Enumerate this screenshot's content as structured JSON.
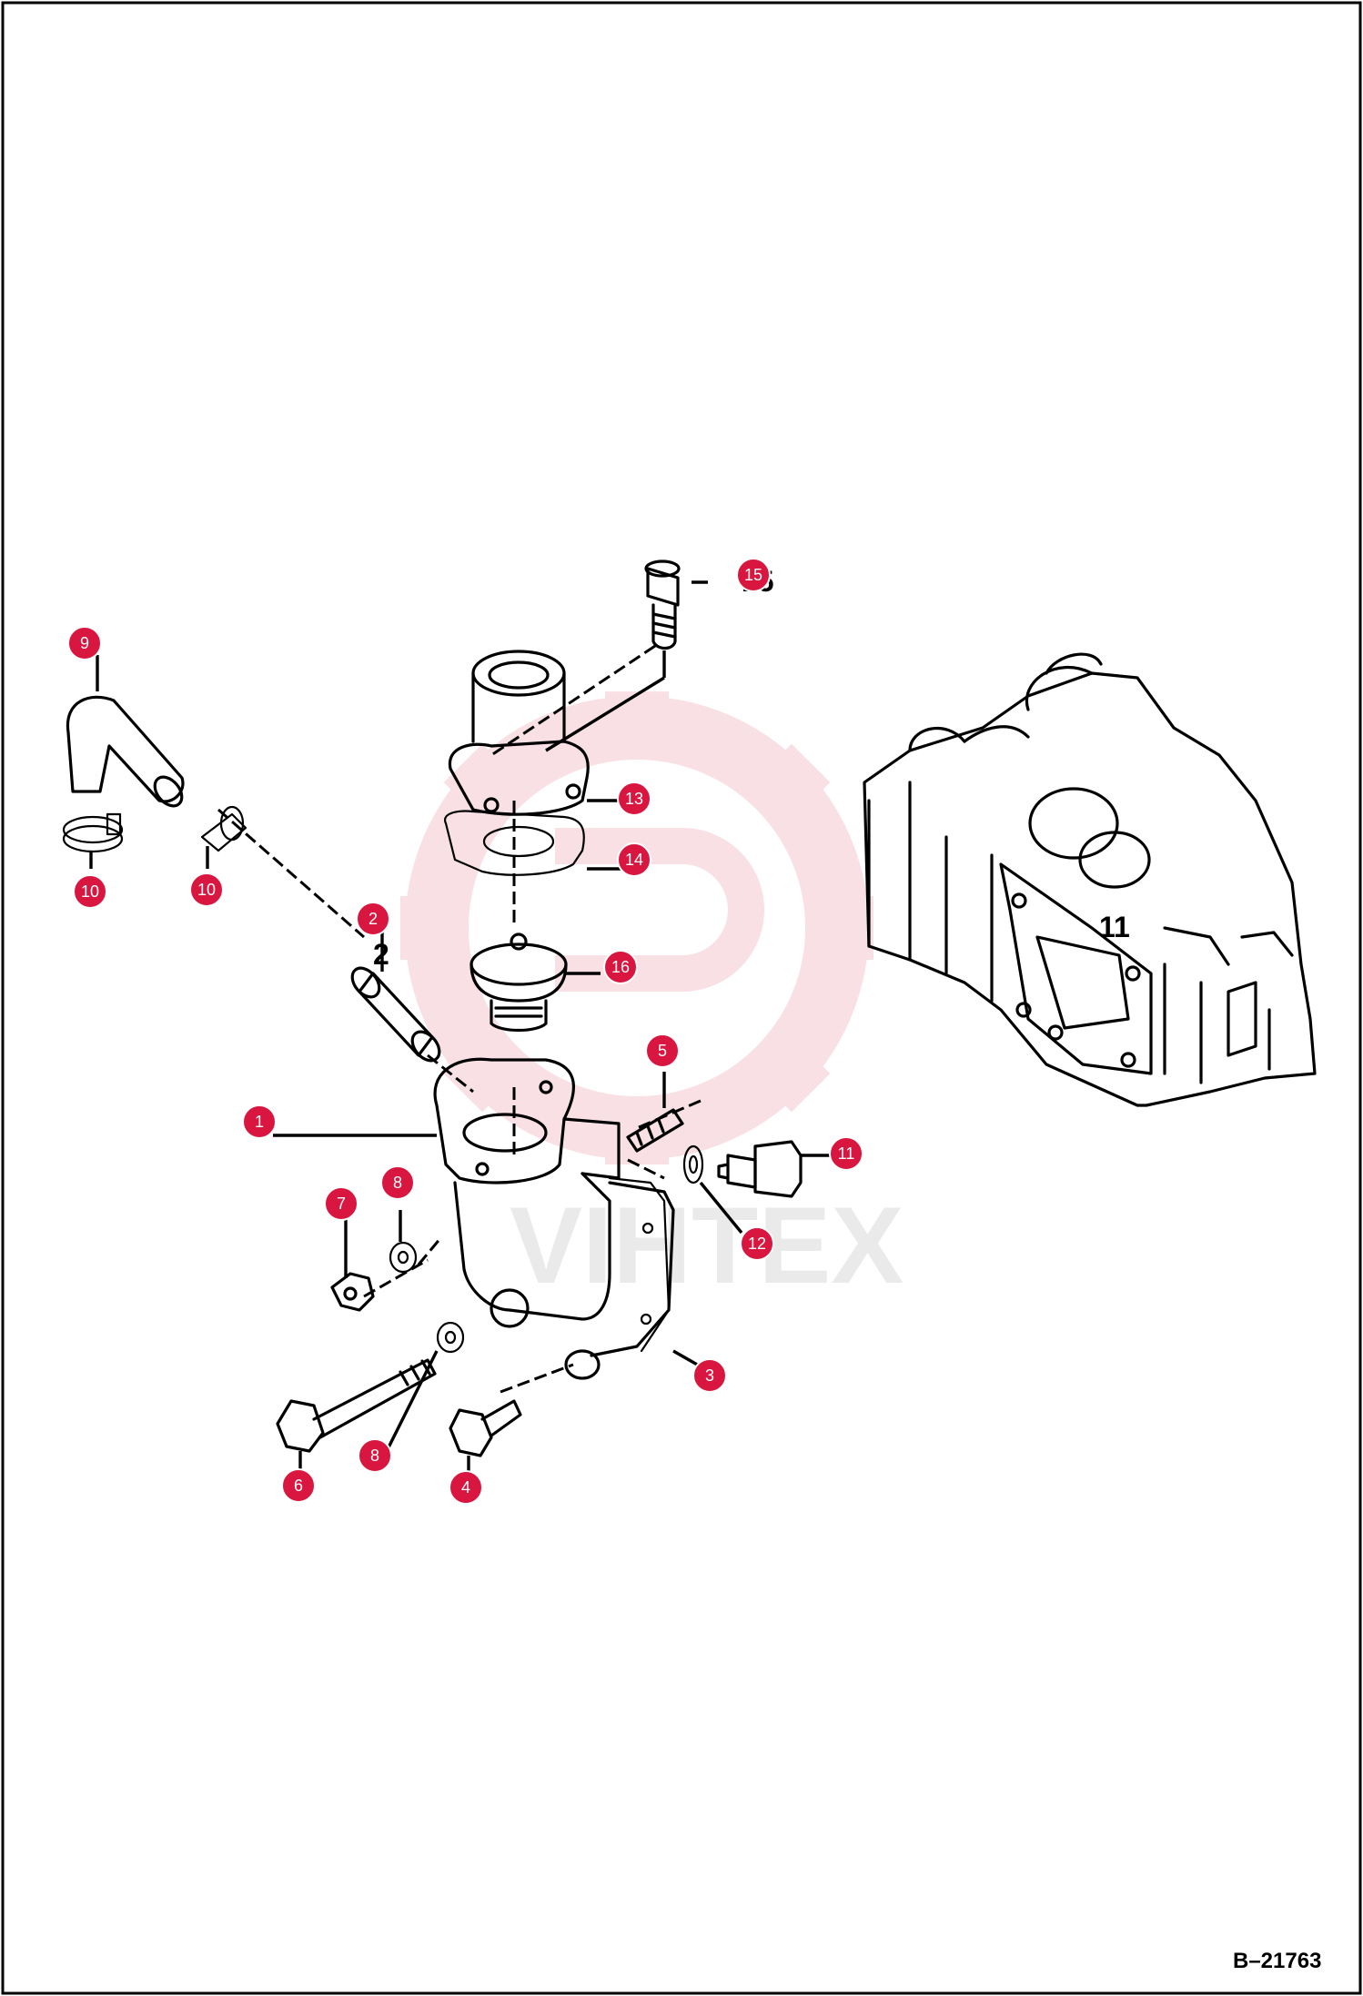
{
  "drawing_number": "B–21763",
  "watermark_text": "VIHTEX",
  "accent_color": "#d9163f",
  "callouts": [
    {
      "label": "1"
    },
    {
      "label": "2"
    },
    {
      "label": "3"
    },
    {
      "label": "4"
    },
    {
      "label": "5"
    },
    {
      "label": "6"
    },
    {
      "label": "7"
    },
    {
      "label": "8"
    },
    {
      "label": "8"
    },
    {
      "label": "9"
    },
    {
      "label": "10"
    },
    {
      "label": "10"
    },
    {
      "label": "11"
    },
    {
      "label": "12"
    },
    {
      "label": "13"
    },
    {
      "label": "14"
    },
    {
      "label": "15"
    },
    {
      "label": "16"
    }
  ],
  "engine_block_label": "11"
}
